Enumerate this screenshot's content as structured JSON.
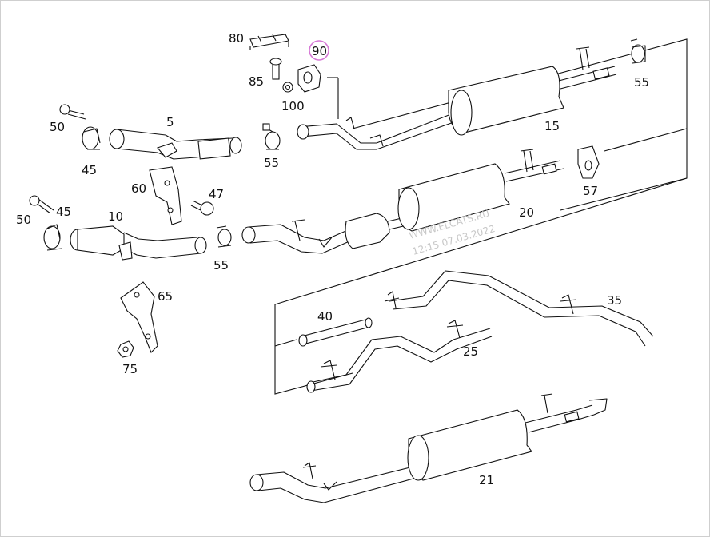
{
  "callouts": [
    {
      "id": "80",
      "text": "80"
    },
    {
      "id": "90",
      "text": "90",
      "highlighted": true
    },
    {
      "id": "85",
      "text": "85"
    },
    {
      "id": "100",
      "text": "100"
    },
    {
      "id": "55a",
      "text": "55"
    },
    {
      "id": "15",
      "text": "15"
    },
    {
      "id": "50a",
      "text": "50"
    },
    {
      "id": "5",
      "text": "5"
    },
    {
      "id": "45a",
      "text": "45"
    },
    {
      "id": "55b",
      "text": "55"
    },
    {
      "id": "60",
      "text": "60"
    },
    {
      "id": "47",
      "text": "47"
    },
    {
      "id": "57",
      "text": "57"
    },
    {
      "id": "20",
      "text": "20"
    },
    {
      "id": "50b",
      "text": "50"
    },
    {
      "id": "45b",
      "text": "45"
    },
    {
      "id": "10",
      "text": "10"
    },
    {
      "id": "55c",
      "text": "55"
    },
    {
      "id": "65",
      "text": "65"
    },
    {
      "id": "35",
      "text": "35"
    },
    {
      "id": "40",
      "text": "40"
    },
    {
      "id": "25",
      "text": "25"
    },
    {
      "id": "75",
      "text": "75"
    },
    {
      "id": "21",
      "text": "21"
    }
  ],
  "watermark": {
    "line1": "WWW.ELCATS.RU",
    "line2": "12:15 07.03.2022"
  },
  "colors": {
    "highlight": "#d678d6",
    "line": "#111111",
    "watermark": "#c8c8c8"
  }
}
